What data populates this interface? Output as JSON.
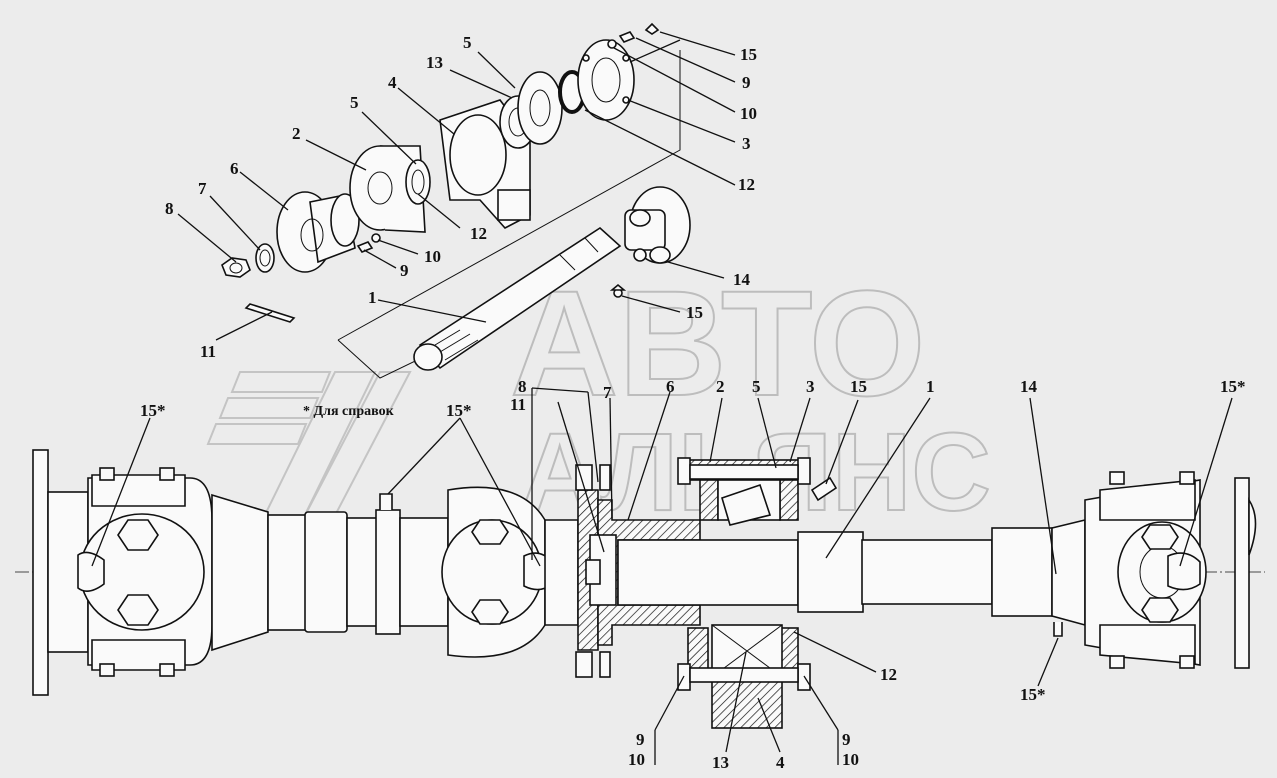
{
  "watermark": {
    "line1": "АВТО",
    "line2": "АЛЬЯНС"
  },
  "note": "* Для справок",
  "labels": {
    "l15a": "15",
    "l9a": "9",
    "l10a": "10",
    "l3a": "3",
    "l12a": "12",
    "l5a": "5",
    "l13a": "13",
    "l4a": "4",
    "l5b": "5",
    "l2a": "2",
    "l12b": "12",
    "l6a": "6",
    "l7a": "7",
    "l8a": "8",
    "l10b": "10",
    "l9b": "9",
    "l14a": "14",
    "l1a": "1",
    "l15b": "15",
    "l11a": "11",
    "l15s1": "15*",
    "l15s2": "15*",
    "l8b": "8",
    "l11b": "11",
    "l7b": "7",
    "l6b": "6",
    "l2b": "2",
    "l5c": "5",
    "l3b": "3",
    "l15c": "15",
    "l1b": "1",
    "l14b": "14",
    "l15s3": "15*",
    "l12c": "12",
    "l15s4": "15*",
    "l9c": "9",
    "l10c": "10",
    "l13b": "13",
    "l4b": "4",
    "l9d": "9",
    "l10d": "10"
  }
}
